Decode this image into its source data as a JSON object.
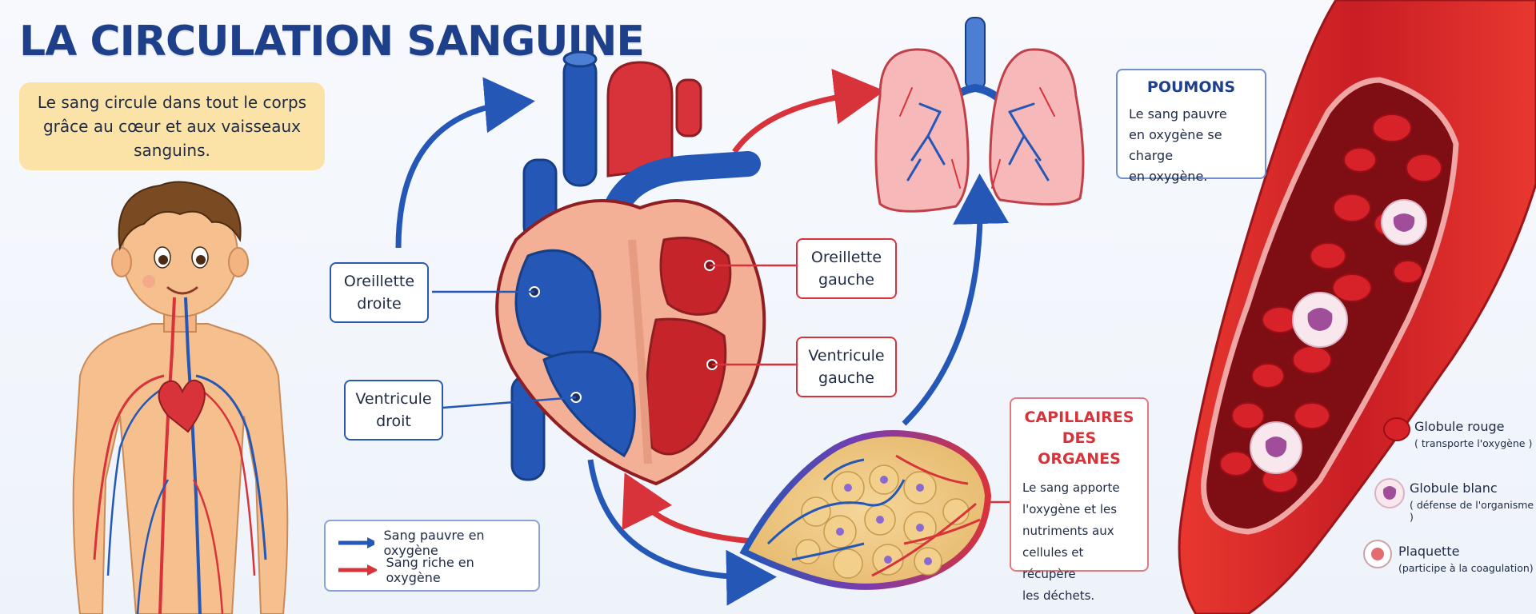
{
  "title": "LA CIRCULATION SANGUINE",
  "intro": "Le sang circule dans tout le corps grâce au cœur et aux vaisseaux sanguins.",
  "heart_labels": {
    "oreillette_droite": "Oreillette\ndroite",
    "ventricule_droit": "Ventricule\ndroit",
    "oreillette_gauche": "Oreillette\ngauche",
    "ventricule_gauche": "Ventricule\ngauche"
  },
  "poumons": {
    "title": "POUMONS",
    "text": "Le sang pauvre\nen oxygène se charge\nen oxygène."
  },
  "capillaires": {
    "title": "CAPILLAIRES\nDES ORGANES",
    "text": "Le sang apporte\nl'oxygène et les\nnutriments aux\ncellules et récupère\nles déchets."
  },
  "legend": {
    "poor": "Sang pauvre en oxygène",
    "rich": "Sang riche en oxygène"
  },
  "cells": {
    "globule_rouge": "Globule rouge",
    "globule_rouge_role": "( transporte l'oxygène )",
    "globule_blanc": "Globule blanc",
    "globule_blanc_role": "( défense de l'organisme )",
    "plaquette": "Plaquette",
    "plaquette_role": "(participe à la coagulation)"
  },
  "colors": {
    "oxygen_poor": "#2557b7",
    "oxygen_rich": "#d8333a",
    "title": "#1e3f8a",
    "intro_bg": "#fbe3a7"
  }
}
